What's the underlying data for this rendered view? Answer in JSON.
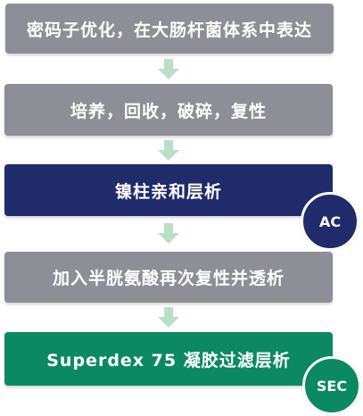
{
  "steps": [
    {
      "label": "密码子优化，在大肠杆菌体系中表达",
      "color": "#8e8f96"
    },
    {
      "label": "培养，回收，破碎，复性",
      "color": "#8e8f96"
    },
    {
      "label": "镍柱亲和层析",
      "color": "#1f2b6b"
    },
    {
      "label": "加入半胱氨酸再次复性并透析",
      "color": "#8e8f96"
    },
    {
      "label": "Superdex 75 凝胶过滤层析",
      "color": "#0b8a62"
    }
  ],
  "badges": {
    "ac": "AC",
    "sec": "SEC"
  },
  "arrow_color": "#b9e0c6"
}
